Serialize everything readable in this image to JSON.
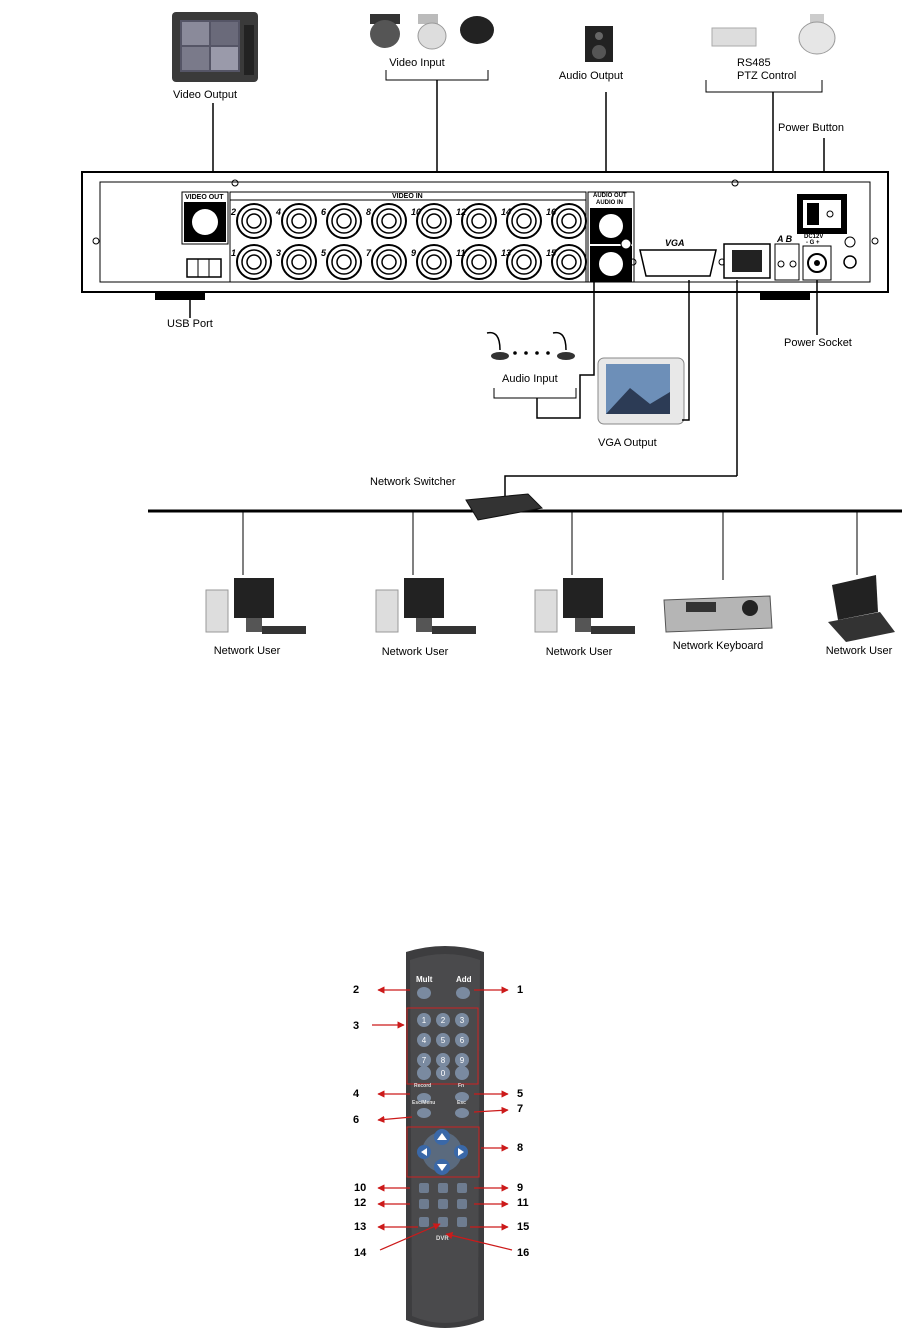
{
  "connection_diagram": {
    "devices": {
      "video_output": "Video Output",
      "video_input": "Video Input",
      "audio_output": "Audio Output",
      "rs485_line1": "RS485",
      "rs485_line2": "PTZ Control",
      "power_button": "Power Button",
      "usb_port": "USB Port",
      "power_socket": "Power Socket",
      "audio_input": "Audio Input",
      "vga_output": "VGA Output",
      "network_switcher": "Network Switcher"
    },
    "rear_panel": {
      "video_out": "VIDEO OUT",
      "video_in": "VIDEO IN",
      "audio_out": "AUDIO OUT",
      "audio_in": "AUDIO IN",
      "vga": "VGA",
      "ab": "A B",
      "dc12v": "DC12V",
      "dc_polarity": "- G +",
      "bnc_top_numbers": [
        "2",
        "4",
        "6",
        "8",
        "10",
        "12",
        "14",
        "16"
      ],
      "bnc_bottom_numbers": [
        "1",
        "3",
        "5",
        "7",
        "9",
        "11",
        "13",
        "15"
      ]
    },
    "network_nodes": [
      "Network User",
      "Network User",
      "Network User",
      "Network Keyboard",
      "Network User"
    ]
  },
  "remote": {
    "mult": "Mult",
    "add": "Add",
    "callouts_left": [
      "2",
      "3",
      "4",
      "6",
      "10",
      "12",
      "13",
      "14"
    ],
    "callouts_right": [
      "1",
      "5",
      "7",
      "8",
      "9",
      "11",
      "15",
      "16"
    ],
    "keys": [
      "1",
      "2",
      "3",
      "4",
      "5",
      "6",
      "7",
      "8",
      "9",
      "0"
    ],
    "record": "Record",
    "fn": "Fn",
    "esc_menu": "Esc/Menu",
    "esc": "Esc",
    "dvr": "DVR"
  }
}
